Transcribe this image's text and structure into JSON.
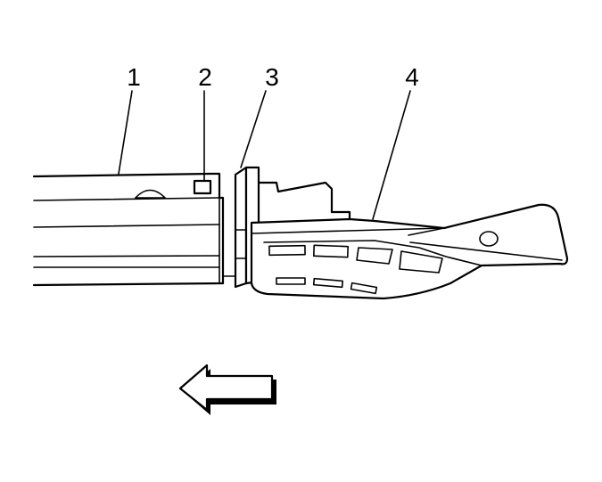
{
  "callouts": {
    "c1": "1",
    "c2": "2",
    "c3": "3",
    "c4": "4"
  },
  "colors": {
    "line": "#000000",
    "background": "#ffffff"
  },
  "icons": {
    "direction_arrow": "left-arrow-icon"
  }
}
